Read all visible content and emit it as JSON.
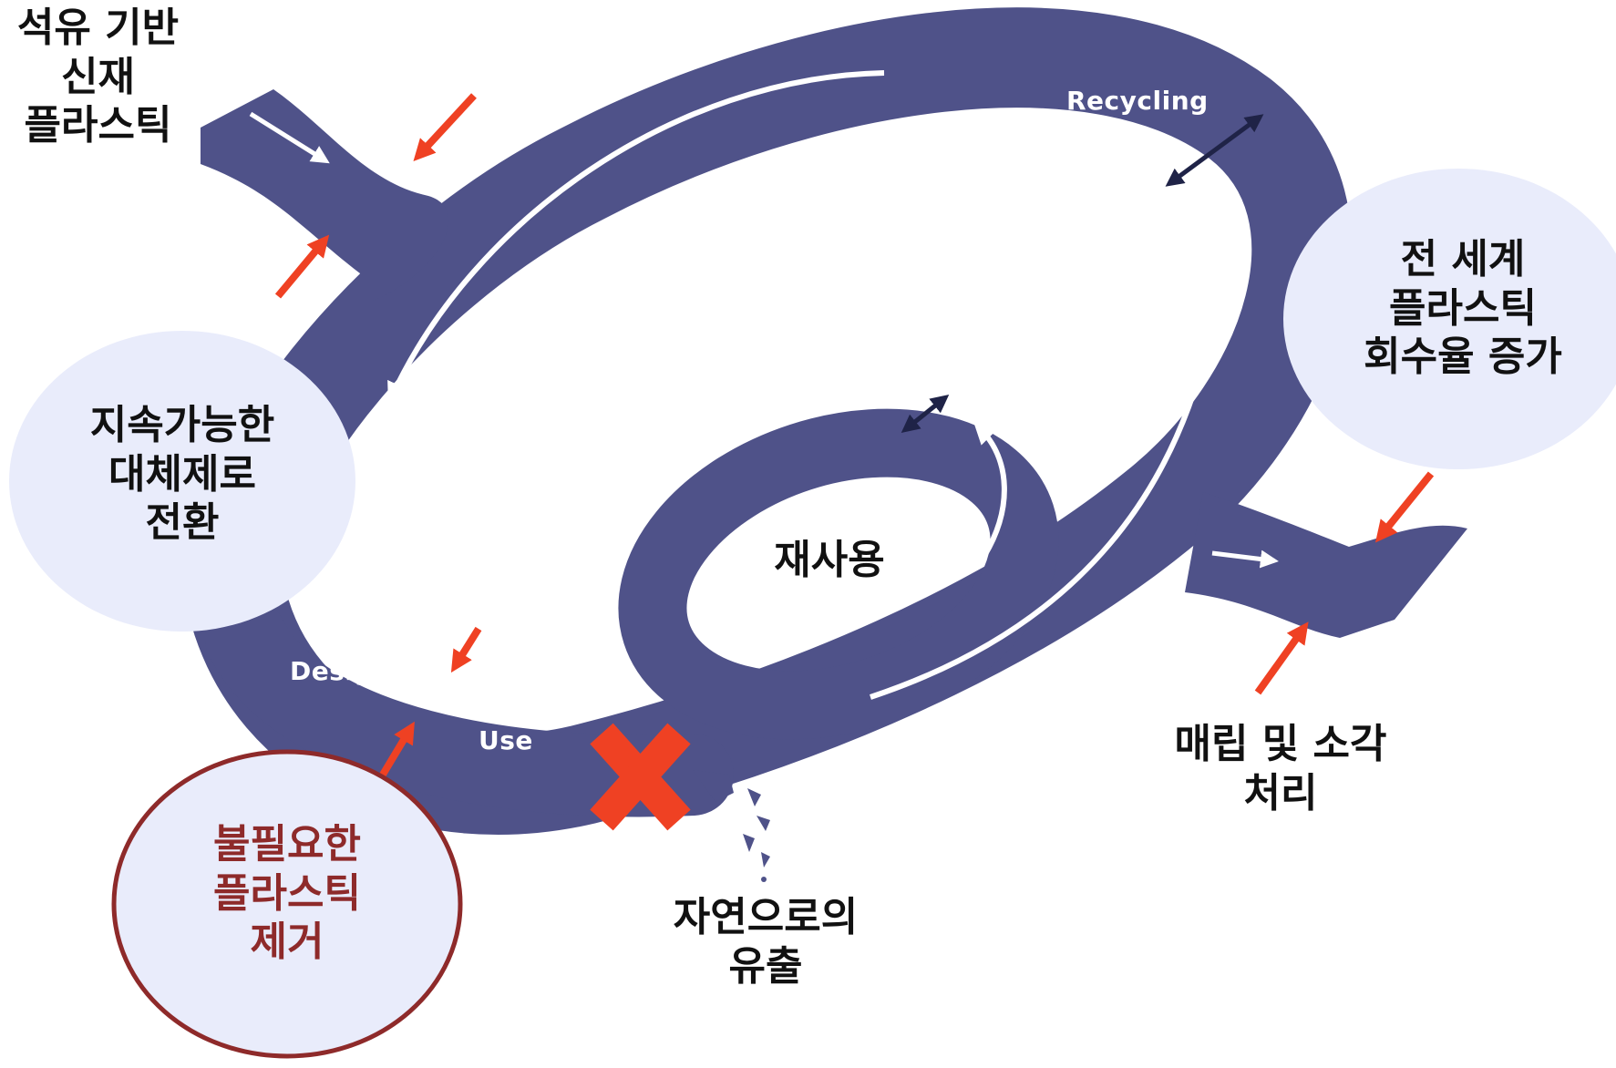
{
  "colors": {
    "loop": "#4f5289",
    "bubble": "#e9ecfb",
    "highlight_ring": "#8e2a2a",
    "red_arrow": "#ef4123",
    "dark_arrow": "#1f2347",
    "white": "#ffffff"
  },
  "flows": {
    "recycling": "Recycling",
    "design": "Design",
    "use": "Use"
  },
  "labels": {
    "virgin": [
      "석유 기반",
      "신재",
      "플라스틱"
    ],
    "substitute": [
      "지속가능한",
      "대체제로",
      "전환"
    ],
    "eliminate": [
      "불필요한",
      "플라스틱",
      "제거"
    ],
    "reuse": "재사용",
    "recovery": [
      "전 세계",
      "플라스틱",
      "회수율 증가"
    ],
    "disposal": [
      "매립 및 소각",
      "처리"
    ],
    "leakage": [
      "자연으로의",
      "유출"
    ]
  },
  "icons": {
    "stop_mark": "x-icon",
    "pointer": "red-arrow-icon",
    "exchange": "double-arrow-icon"
  }
}
